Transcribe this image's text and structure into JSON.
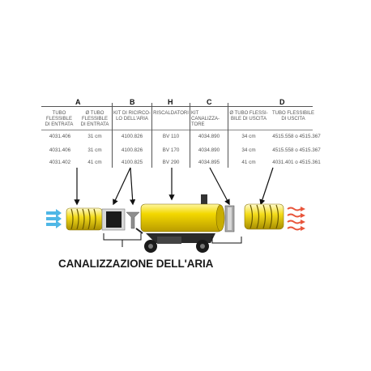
{
  "columns": [
    {
      "letter": "A",
      "header_a": "TUBO FLESSIBLE DI ENTRATA",
      "header_b": "Ø TUBO FLESSIBILE DI ENTRATA"
    },
    {
      "letter": "B",
      "header": "KIT DI RICIRCOLO DELL'ARIA"
    },
    {
      "letter": "H",
      "header": "RISCALDATORI"
    },
    {
      "letter": "C",
      "header": "KIT CANALIZZATORE"
    },
    {
      "letter": "D",
      "header_a": "Ø TUBO FLESSIBILE DI USCITA",
      "header_b": "TUBO FLESSIBILE DI USCITA"
    }
  ],
  "header_lines": {
    "a1": [
      "TUBO",
      "FLESSIBLE",
      "DI ENTRATA"
    ],
    "a2": [
      "Ø TUBO",
      "FLESSIBLE",
      "DI ENTRATA"
    ],
    "b": [
      "KIT DI RICIRCO-",
      "LO DELL'ARIA"
    ],
    "h": [
      "RISCALDATORI"
    ],
    "c": [
      "KIT",
      "CANALIZZA-",
      "TORE"
    ],
    "d1": [
      "Ø TUBO FLESSI-",
      "BILE DI USCITA"
    ],
    "d2": [
      "TUBO FLESSIBILE",
      "DI USCITA"
    ]
  },
  "rows": [
    [
      "4031.406",
      "31 cm",
      "4100.826",
      "BV 110",
      "4034.890",
      "34 cm",
      "4515.558 o 4515.367"
    ],
    [
      "4031.406",
      "31 cm",
      "4100.826",
      "BV 170",
      "4034.890",
      "34 cm",
      "4515.558 o 4515.367"
    ],
    [
      "4031.402",
      "41 cm",
      "4100.825",
      "BV 290",
      "4034.895",
      "41 cm",
      "4031.401 o 4515.361"
    ]
  ],
  "title": "CANALIZZAZIONE DELL'ARIA",
  "colors": {
    "intake_arrows": "#4fb7e6",
    "exhaust_arrows": "#e8543a",
    "duct_yellow": "#f2d300",
    "text": "#555555"
  }
}
